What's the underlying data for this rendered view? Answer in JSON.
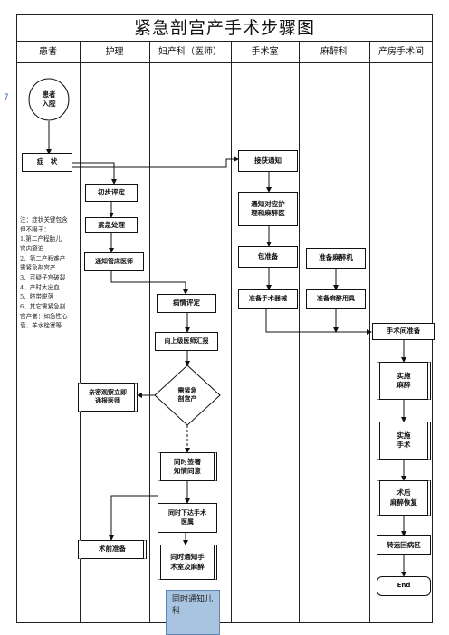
{
  "title": "紧急剖宫产手术步骤图",
  "lanes": [
    "患者",
    "护理",
    "妇产科（医师）",
    "手术室",
    "麻醉科",
    "产房手术间"
  ],
  "side_mark": "7",
  "nodes": {
    "patient_admit": "患者\n入院",
    "symptom": "症　状",
    "initial_eval": "初步评定",
    "emergency_handle": "紧急处理",
    "notify_doctor": "通知管床医师",
    "assess": "病情评定",
    "report_senior": "向上级医师汇报",
    "decide_csection": "需紧急\n剖宫产",
    "observe_notify": "亲密观察立即\n通报医师",
    "sign_consent": "同时签署\n知情同意",
    "order_surgery": "同时下达手术\n医属",
    "notify_or_anes": "同时通知手\n术室及麻醉",
    "preop_prep": "术前准备",
    "receive_notice": "接获通知",
    "notify_team": "通知对应护\n理和麻醉医",
    "pack_prep": "包准备",
    "instrument_prep": "准备手术器械",
    "prep_anes_machine": "准备麻醉机",
    "prep_anes_supplies": "准备麻醉用具",
    "room_prep": "手术间准备",
    "anesthesia": "实施\n麻醉",
    "surgery": "实施\n手术",
    "postop_recovery": "术后\n麻醉恢复",
    "transfer_ward": "转运回病区",
    "end": "End"
  },
  "note_lines": [
    "注：症状关键包含",
    "但不限于：",
    "1.第二产程胎儿",
    "宫内窘迫",
    "2、第二产程难产",
    "需紧急剖宫产",
    "3、可疑子宫破裂",
    "4、产时大出血",
    "5、脐带脱落",
    "6、其它需紧急剖",
    "宫产者：如急性心",
    "衰、羊水栓塞等"
  ],
  "callout": "同时通知儿\n科"
}
